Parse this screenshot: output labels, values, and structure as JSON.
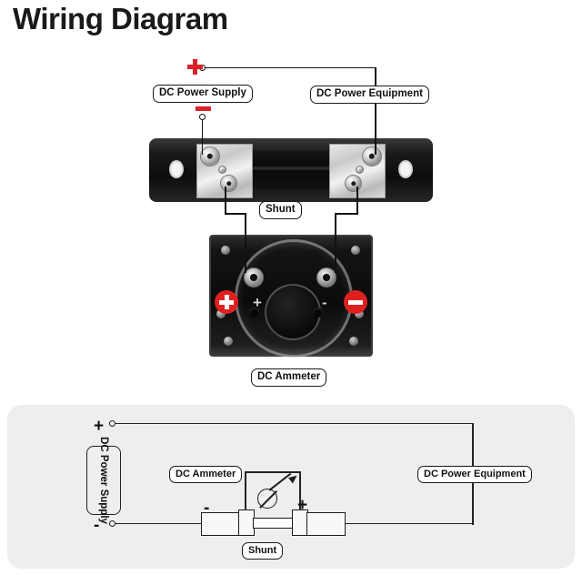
{
  "page": {
    "title": "Wiring Diagram",
    "background_color": "#ffffff",
    "panel_color": "#eeeeee",
    "accent_red": "#d9222a",
    "badge_red": "#e02020"
  },
  "top_diagram": {
    "labels": {
      "power_supply": "DC Power Supply",
      "power_equipment": "DC Power Equipment",
      "shunt": "Shunt",
      "ammeter": "DC Ammeter"
    },
    "polarity": {
      "positive": "+",
      "negative": "-"
    },
    "devices": [
      {
        "name": "shunt",
        "label": "Shunt",
        "terminals": 4
      },
      {
        "name": "dc-ammeter",
        "label": "DC Ammeter",
        "terminals": 2
      }
    ],
    "ammeter_markings": {
      "left_badge": "+",
      "right_badge": "-",
      "left_terminal_mark": "+",
      "right_terminal_mark": "-"
    }
  },
  "schematic": {
    "labels": {
      "power_supply": "DC Power Supply",
      "ammeter": "DC Ammeter",
      "power_equipment": "DC Power Equipment",
      "shunt": "Shunt"
    },
    "terminals": {
      "supply_positive": "+",
      "supply_negative": "-",
      "shunt_negative": "-",
      "shunt_positive": "+"
    },
    "symbols": {
      "ammeter": "circle-with-arrow",
      "shunt": "two-terminal-block"
    }
  }
}
